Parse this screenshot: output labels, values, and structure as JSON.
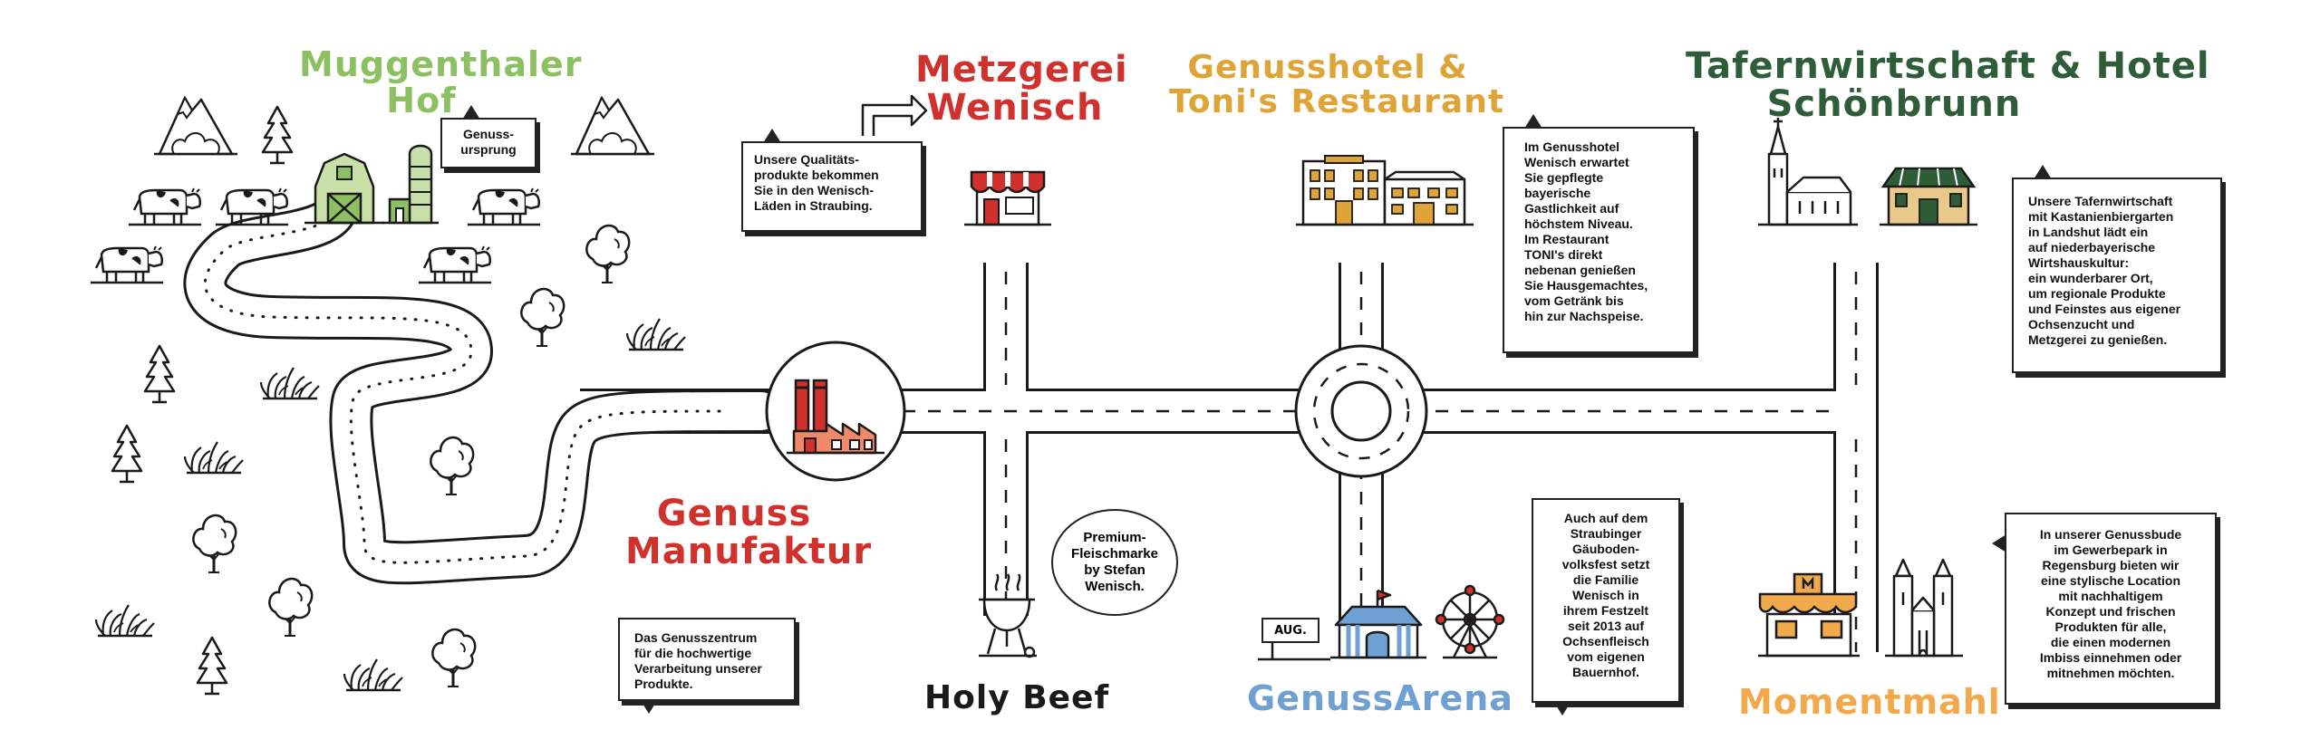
{
  "titles": {
    "muggenthaler": {
      "line1": "Muggenthaler",
      "line2": "Hof"
    },
    "metzgerei": {
      "line1": "Metzgerei",
      "line2": "Wenisch"
    },
    "genusshotel": {
      "line1": "Genusshotel &",
      "line2": "Toni's Restaurant"
    },
    "tafernwirtschaft": {
      "line1": "Tafernwirtschaft & Hotel",
      "line2": "Schönbrunn"
    },
    "manufaktur": {
      "line1": "Genuss",
      "line2": "Manufaktur"
    },
    "holybeef": "Holy Beef",
    "genussarena": "GenussArena",
    "momentmahl": "Momentmahl"
  },
  "boxes": {
    "genussursprung": "Genuss-\nursprung",
    "metzgerei": "Unsere Qualitäts-\nprodukte bekommen\nSie in den Wenisch-\nLäden in Straubing.",
    "genusshotel": "Im Genusshotel\nWenisch erwartet\nSie gepflegte\nbayerische\nGastlichkeit auf\nhöchstem Niveau.\nIm Restaurant\nTONI's direkt\nnebenan genießen\nSie Hausgemachtes,\nvom Getränk bis\nhin zur Nachspeise.",
    "tafernwirtschaft": "Unsere Tafernwirtschaft\nmit Kastanienbiergarten\nin Landshut lädt ein\nauf niederbayerische\nWirtshauskultur:\nein wunderbarer Ort,\num regionale Produkte\nund Feinstes aus eigener\nOchsenzucht und\nMetzgerei zu genießen.",
    "manufaktur": "Das Genusszentrum\nfür die hochwertige\nVerarbeitung unserer\nProdukte.",
    "holybeef": "Premium-\nFleischmarke\nby Stefan\nWenisch.",
    "genussarena": "Auch auf dem\nStraubinger\nGäuboden-\nvolksfest setzt\ndie Familie\nWenisch in\nihrem Festzelt\nseit 2013 auf\nOchsenfleisch\nvom eigenen\nBauernhof.",
    "momentmahl": "In unserer Genussbude\nim Gewerbepark in\nRegensburg bieten wir\neine stylische Location\nmit nachhaltigem\nKonzept und frischen\nProdukten für alle,\ndie einen modernen\nImbiss einnehmen oder\nmitnehmen möchten."
  },
  "sign": "AUG.",
  "colors": {
    "green": "#8cc063",
    "red": "#d0312d",
    "gold": "#dfa437",
    "darkgreen": "#2f5d3a",
    "blue": "#6fa0d4",
    "orange": "#f2a94c",
    "black": "#1a1a1a"
  },
  "icons": [
    "mountain-icon",
    "cow-icon",
    "barn-icon",
    "silo-icon",
    "tree-icon",
    "fir-icon",
    "bush-icon",
    "factory-icon",
    "butcher-shop-icon",
    "hotel-icon",
    "church-icon",
    "inn-icon",
    "grill-icon",
    "circus-tent-icon",
    "ferris-wheel-icon",
    "food-stall-icon",
    "cathedral-icon",
    "arrow-icon"
  ]
}
